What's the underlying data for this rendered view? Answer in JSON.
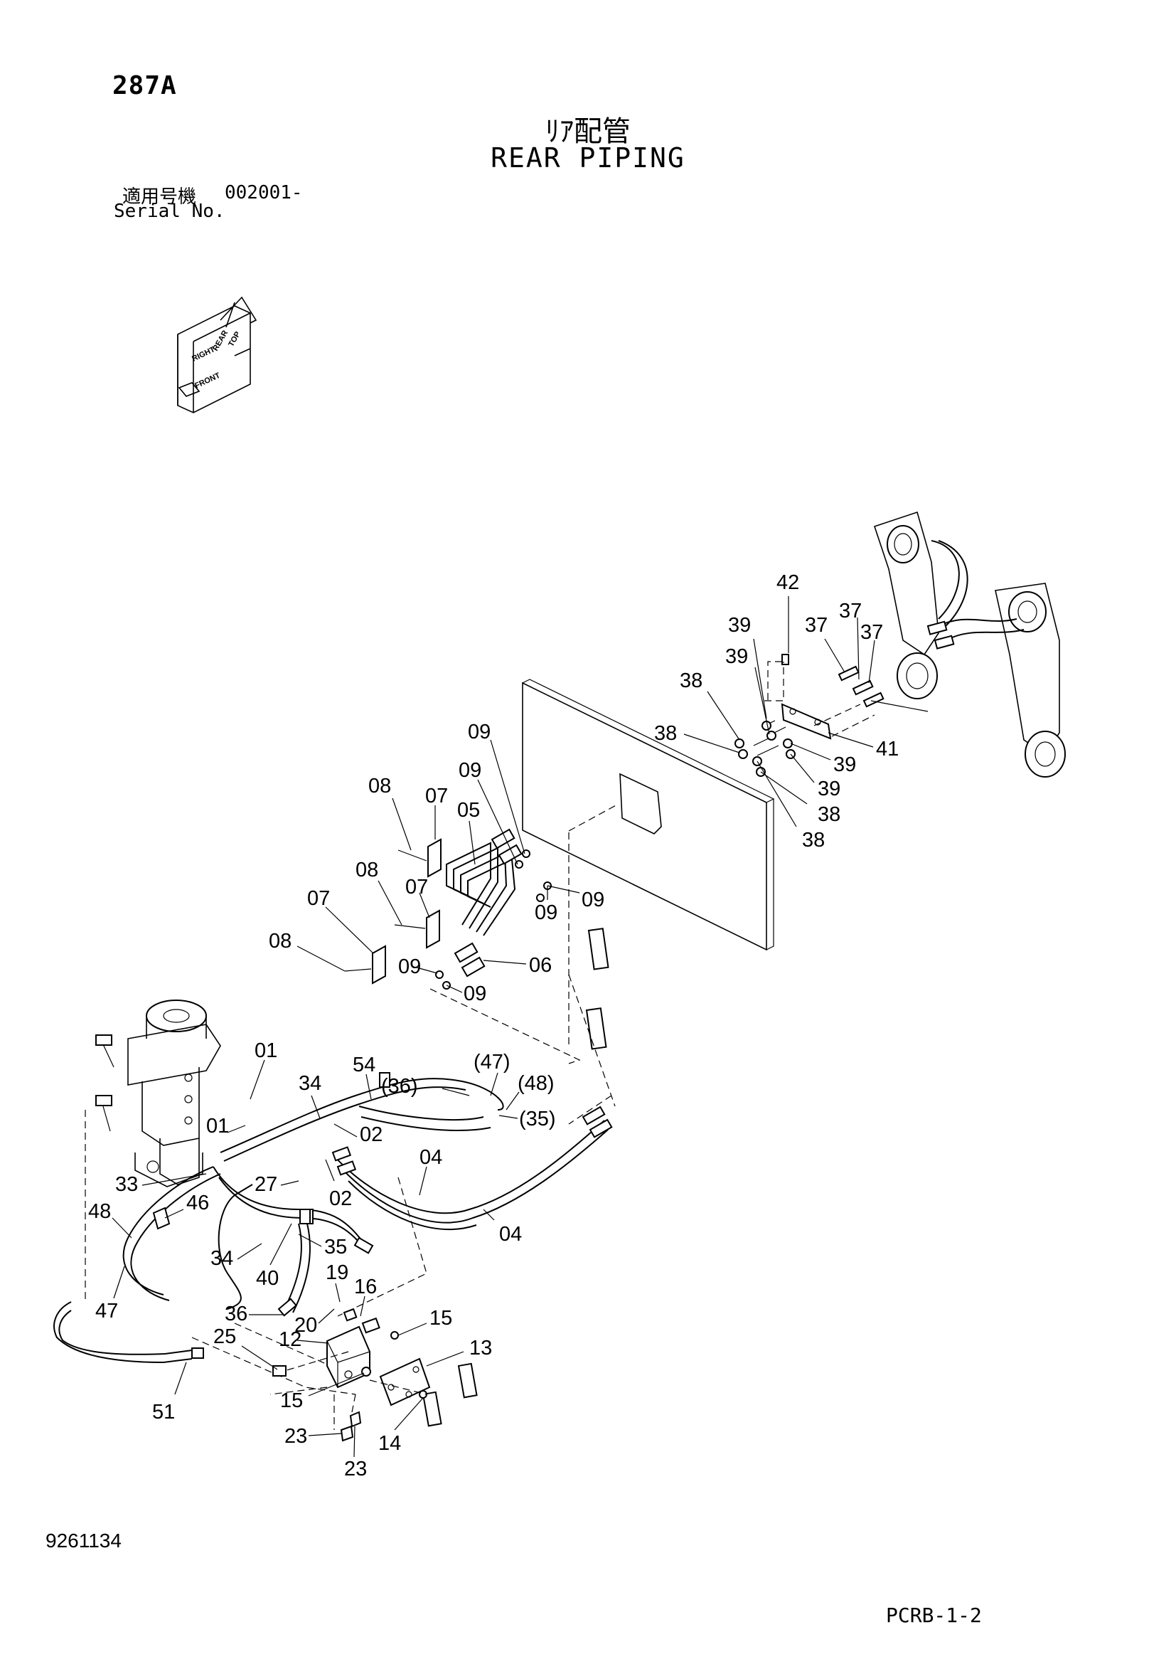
{
  "header": {
    "page_code": "287A",
    "title_jp": "ﾘｱ配管",
    "title_en": "REAR PIPING",
    "serial_label_jp": "適用号機",
    "serial_value": "002001-",
    "serial_label_en": "Serial No."
  },
  "orientation": {
    "top": "TOP",
    "rear": "REAR",
    "right": "RIGHT",
    "front": "FRONT"
  },
  "callouts": {
    "c42": "42",
    "c39a": "39",
    "c37a": "37",
    "c37b": "37",
    "c39b": "39",
    "c38a": "38",
    "c38b": "38",
    "c37c": "37",
    "c41": "41",
    "c39c": "39",
    "c39d": "39",
    "c38c": "38",
    "c38d": "38",
    "c09a": "09",
    "c09b": "09",
    "c08a": "08",
    "c07a": "07",
    "c05": "05",
    "c08b": "08",
    "c07b": "07",
    "c07c": "07",
    "c09c": "09",
    "c09d": "09",
    "c08c": "08",
    "c09e": "09",
    "c06": "06",
    "c09f": "09",
    "c01a": "01",
    "c54": "54",
    "c47p": "(47)",
    "c36p": "(36)",
    "c34a": "34",
    "c48p": "(48)",
    "c01b": "01",
    "c02a": "02",
    "c35p": "(35)",
    "c04a": "04",
    "c33": "33",
    "c27": "27",
    "c02b": "02",
    "c48": "48",
    "c46": "46",
    "c04b": "04",
    "c34b": "34",
    "c35": "35",
    "c40": "40",
    "c19": "19",
    "c16": "16",
    "c47": "47",
    "c36": "36",
    "c20": "20",
    "c15a": "15",
    "c25": "25",
    "c12": "12",
    "c13": "13",
    "c15b": "15",
    "c51": "51",
    "c23a": "23",
    "c14": "14",
    "c23b": "23"
  },
  "footer": {
    "doc_no": "9261134",
    "page_ref": "PCRB-1-2"
  }
}
